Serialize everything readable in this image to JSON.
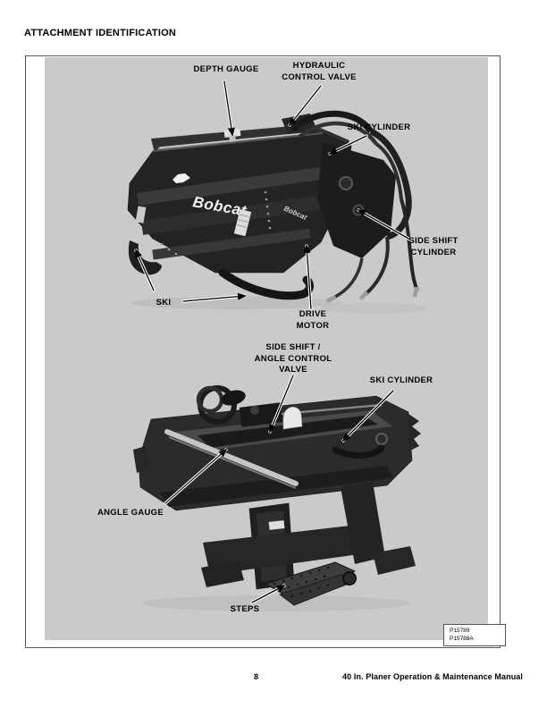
{
  "page": {
    "header_title": "ATTACHMENT IDENTIFICATION",
    "footer": {
      "page_number": "8",
      "manual_title": "40 In. Planer Operation & Maintenance Manual"
    }
  },
  "figure": {
    "photo_ref": {
      "line1": "P15789",
      "line2": "P15788A"
    },
    "machine_brand": {
      "front_logo": "Bobcat",
      "side_logo": "Bobcat"
    },
    "callouts_front_view": {
      "depth_gauge": "DEPTH GAUGE",
      "hydraulic_control_valve": {
        "line1": "HYDRAULIC",
        "line2": "CONTROL VALVE"
      },
      "ski_cylinder": "SKI CYLINDER",
      "side_shift_cylinder": {
        "line1": "SIDE SHIFT",
        "line2": "CYLINDER"
      },
      "ski": "SKI",
      "drive_motor": {
        "line1": "DRIVE",
        "line2": "MOTOR"
      }
    },
    "callouts_rear_view": {
      "side_shift_angle_control_valve": {
        "line1": "SIDE SHIFT /",
        "line2": "ANGLE CONTROL",
        "line3": "VALVE"
      },
      "ski_cylinder": "SKI CYLINDER",
      "angle_gauge": "ANGLE GAUGE",
      "steps": "STEPS"
    }
  },
  "colors": {
    "photo_background": "#cacaca",
    "machine_body": "#232323",
    "plate_border": "#5a5a5a",
    "callout_text": "#000000"
  }
}
